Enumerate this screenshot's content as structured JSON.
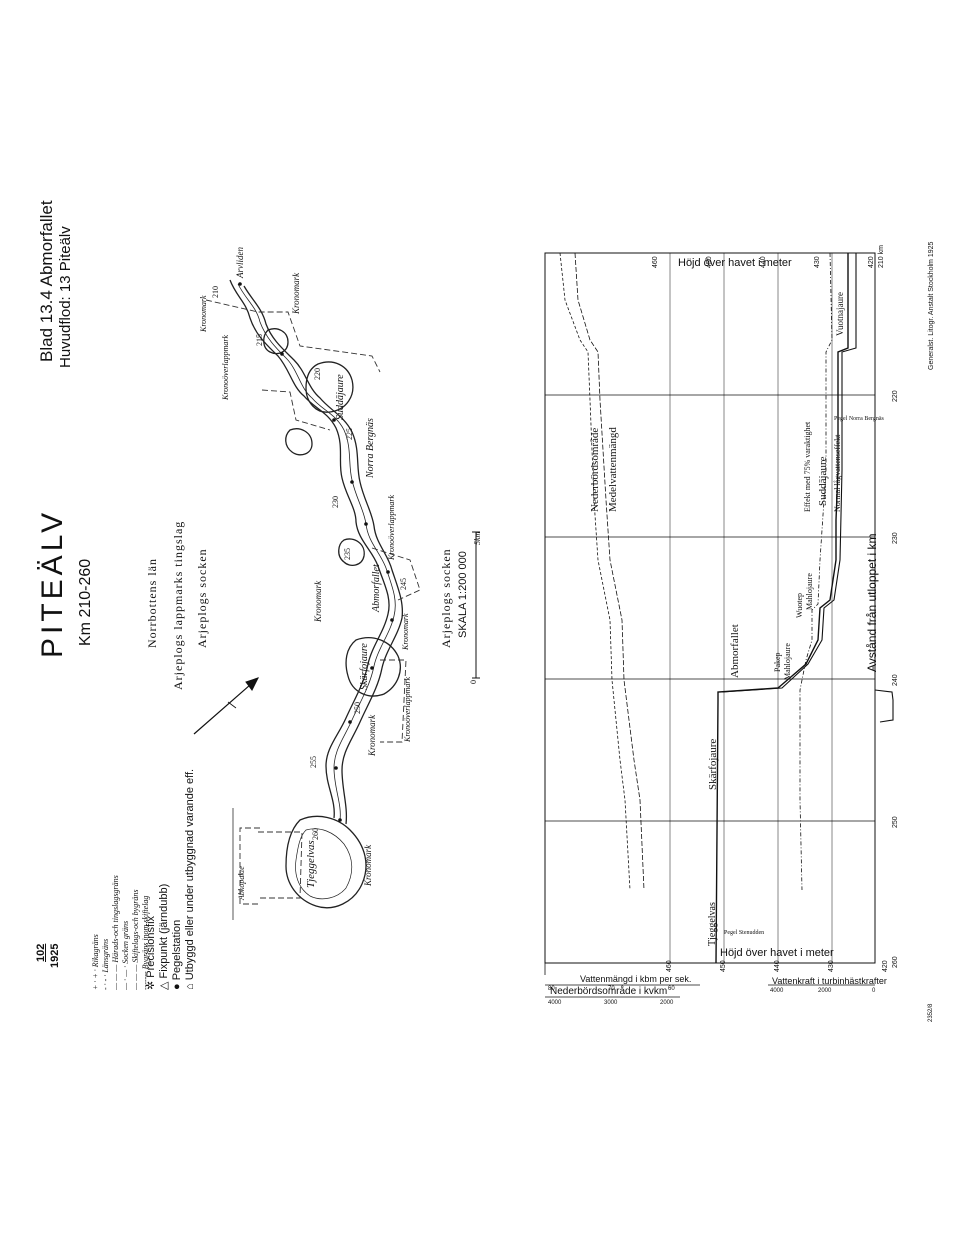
{
  "sheet": {
    "number": "102",
    "year": "1925",
    "blad_title": "Blad 13.4 Abmorfallet",
    "huvudflod": "Huvudflod: 13 Piteälv",
    "river_title": "PITEÄLV",
    "km_range": "Km 210-260",
    "publisher": "Generalst. Litogr. Anstalt Stockholm 1925",
    "print_code": "2352/8"
  },
  "legend": {
    "items": [
      {
        "symbol": "+ · + ·",
        "label": "Rikagräns"
      },
      {
        "symbol": "- · - ·",
        "label": "Länsgräns"
      },
      {
        "symbol": "— — —",
        "label": "Härads-och tingslagsgräns"
      },
      {
        "symbol": "— · — ·",
        "label": "Socken gräns"
      },
      {
        "symbol": "— — —",
        "label": "Skiftelags-och bygräns"
      },
      {
        "symbol": "-------",
        "label": "Bygräns inom skiftelag"
      },
      {
        "symbol": "✲",
        "label": "Precisionsfix"
      },
      {
        "symbol": "△",
        "label": "Fixpunkt (järndubb)"
      },
      {
        "symbol": "●",
        "label": "Pegelstation"
      },
      {
        "symbol": "⌂",
        "label": "Utbyggd eller under utbyggnad varande eff."
      }
    ]
  },
  "map": {
    "lan": "Norrbottens län",
    "tingslag": "Arjeplogs lappmarks tingslag",
    "socken": "Arjeplogs socken",
    "socken2": "Arjeplogs socken",
    "scale_label": "SKALA 1:200 000",
    "scale_start": "0",
    "scale_end": "5km",
    "places": [
      "Tjeggelvas",
      "Skärfojaure",
      "Abmorfallet",
      "Suddājaure",
      "Norra Bergnäs",
      "Arvliden",
      "Kronomark",
      "Kronoöverlappmark",
      "Abkopakte"
    ],
    "km_marks": [
      "210",
      "215",
      "220",
      "225",
      "230",
      "235",
      "240",
      "245",
      "250",
      "255",
      "260"
    ]
  },
  "profile": {
    "title_top": "Höjd över havet i meter",
    "title_bottom": "Höjd över havet i meter",
    "x_axis_label": "Avstånd från utloppet i km",
    "km_axis_unit": "210 km",
    "km_ticks": [
      "210",
      "220",
      "230",
      "240",
      "250",
      "260"
    ],
    "height_ticks": [
      "460",
      "450",
      "440",
      "430",
      "420"
    ],
    "curve_labels": [
      "Nederbördsområde",
      "Medelvattenmängd",
      "Effekt med 75% varaktighet",
      "Normal lågvattenseffekt"
    ],
    "place_labels": [
      "Tjeggelvas",
      "Skärfojaure",
      "Abmorfallet",
      "Pakep",
      "Mahlojaure",
      "Wuotep",
      "Mahlojaure",
      "Suddājaure",
      "Vuotnajaure"
    ],
    "pegel_labels": [
      "Pegel Stenudden",
      "Pegel Norra Bergnäs"
    ],
    "bottom_axes": {
      "flow_label": "Vattenmängd i kbm per sek.",
      "flow_ticks": [
        "80",
        "70",
        "60"
      ],
      "area_label": "Nederbördsområde i kvkm",
      "area_ticks": [
        "4000",
        "3000",
        "2000"
      ],
      "power_label": "Vattenkraft i turbinhästkrafter",
      "power_ticks": [
        "4000",
        "2000",
        "0"
      ]
    }
  }
}
